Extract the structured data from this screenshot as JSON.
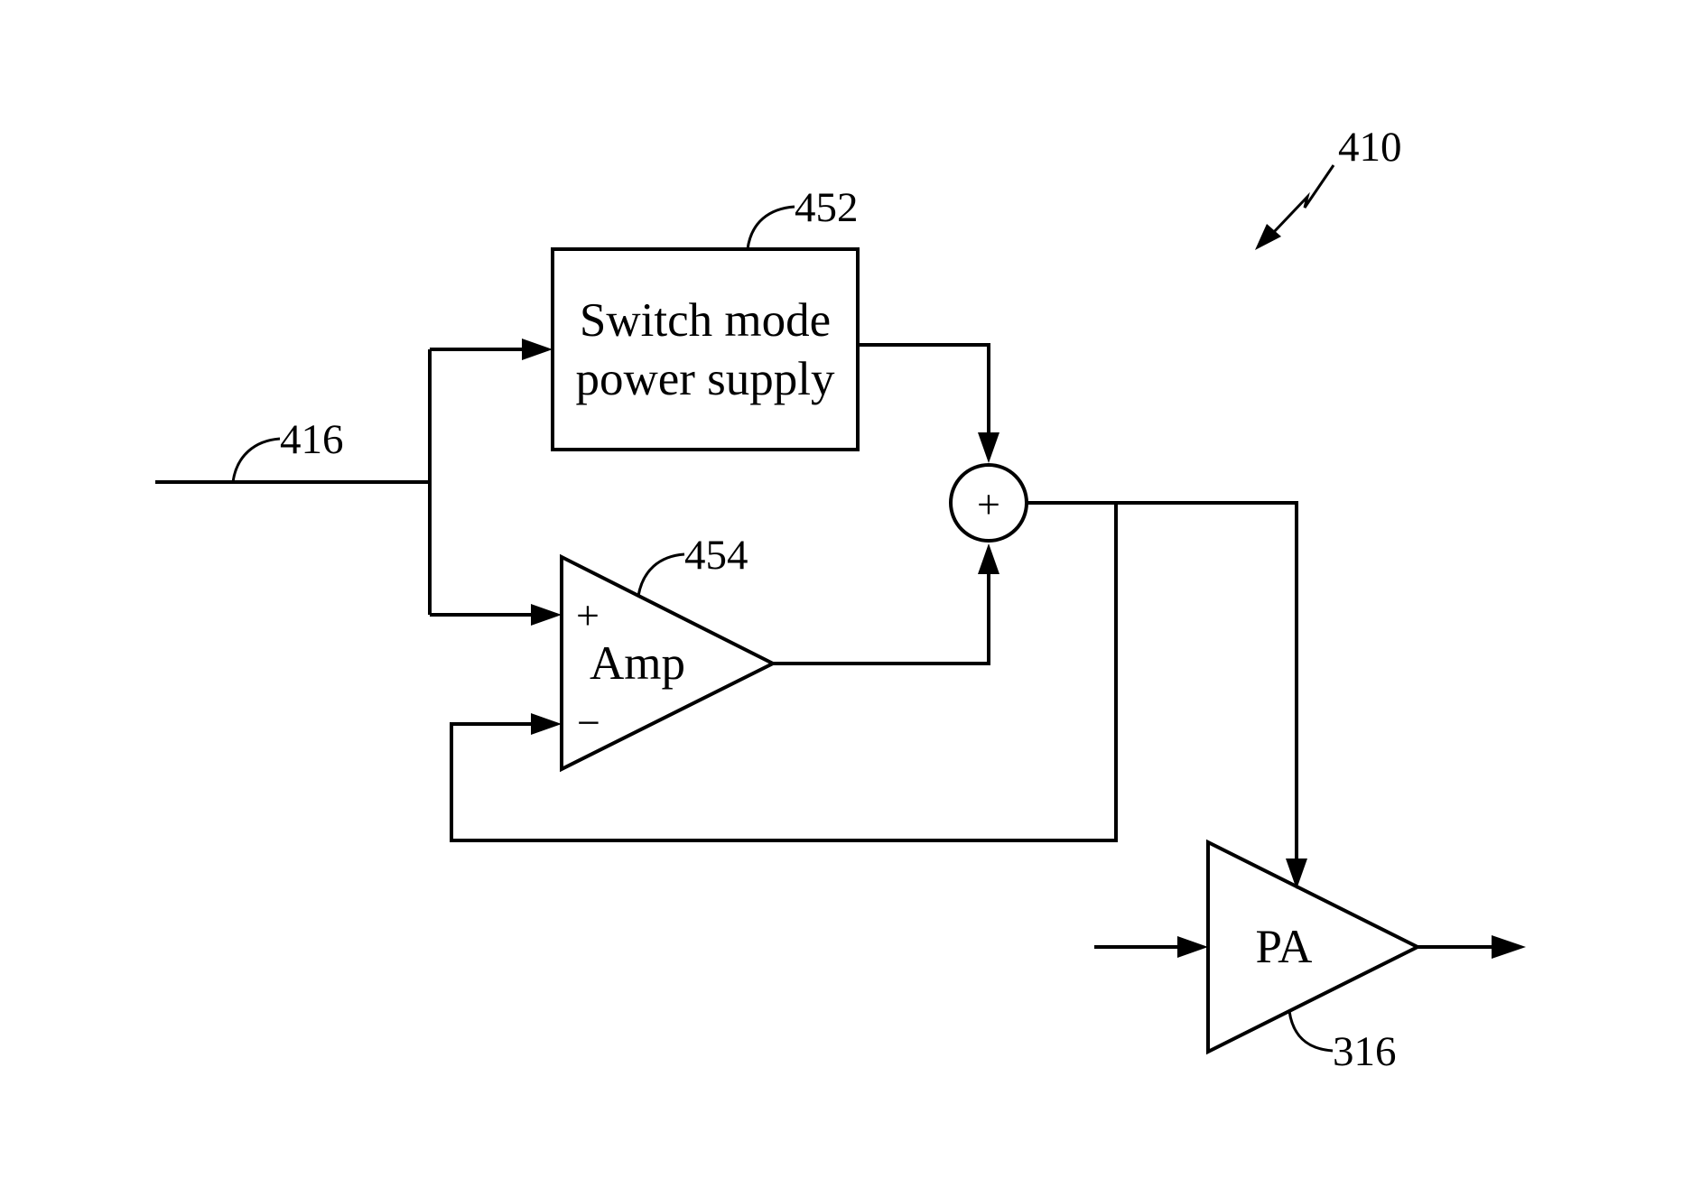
{
  "labels": {
    "figure_ref": "410",
    "smps_ref": "452",
    "input_ref": "416",
    "amp_ref": "454",
    "pa_ref": "316"
  },
  "blocks": {
    "smps_line1": "Switch mode",
    "smps_line2": "power supply",
    "amp": "Amp",
    "amp_plus": "+",
    "amp_minus": "−",
    "pa": "PA",
    "summer_symbol": "+"
  }
}
